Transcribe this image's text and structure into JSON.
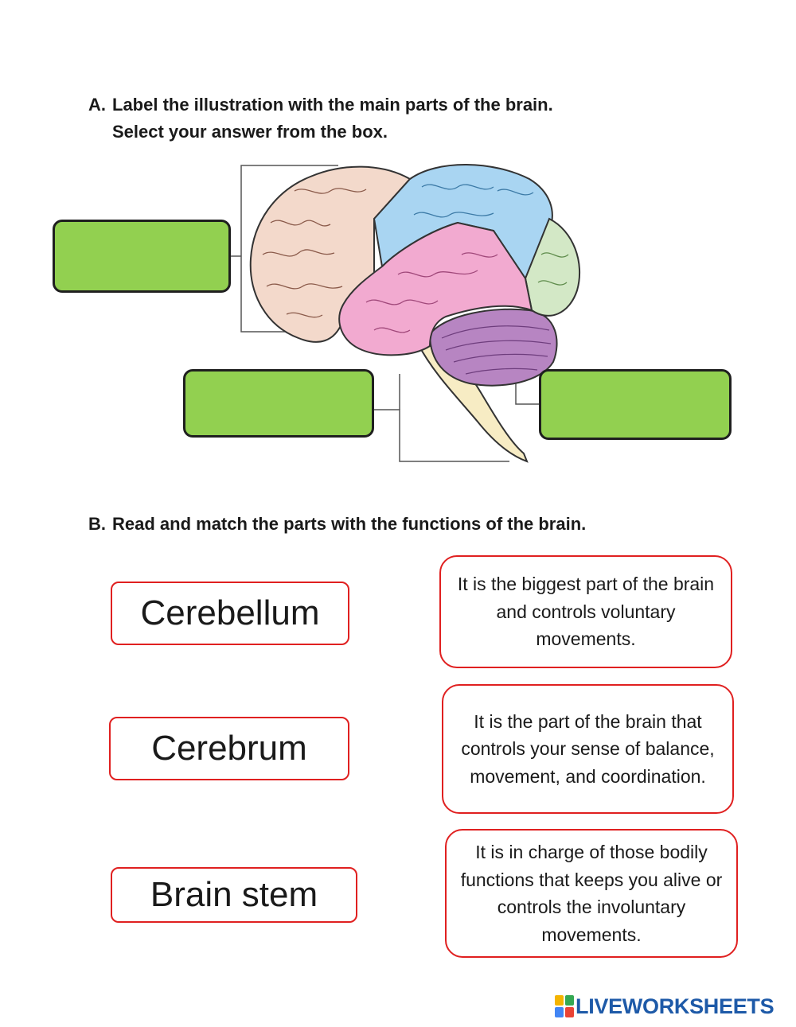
{
  "section_a": {
    "letter": "A.",
    "line1": "Label the illustration with the main parts of the brain.",
    "line2": "Select your answer from the box."
  },
  "answer_boxes": [
    {
      "value": ""
    },
    {
      "value": ""
    },
    {
      "value": ""
    }
  ],
  "section_b": {
    "letter": "B.",
    "line1": "Read and match the parts with the functions of the brain."
  },
  "parts": [
    "Cerebellum",
    "Cerebrum",
    "Brain stem"
  ],
  "functions": [
    "It is the biggest part of the brain and controls voluntary movements.",
    "It is the part of the brain that controls your sense of balance, movement, and coordination.",
    "It is in charge of those bodily functions that keeps you alive or controls the involuntary movements."
  ],
  "logo": {
    "text": "LIVEWORKSHEETS",
    "colors": [
      "#f4b400",
      "#34a853",
      "#4285f4",
      "#ea4335"
    ]
  },
  "colors": {
    "answer_box": "#92d050",
    "match_border": "#e02020",
    "frontal_lobe": "#f3d9cb",
    "parietal_lobe": "#a9d5f2",
    "temporal_lobe": "#f2aad0",
    "occipital_lobe": "#d3e8c6",
    "cerebellum": "#b785c2",
    "brain_stem": "#f7ecc4"
  }
}
